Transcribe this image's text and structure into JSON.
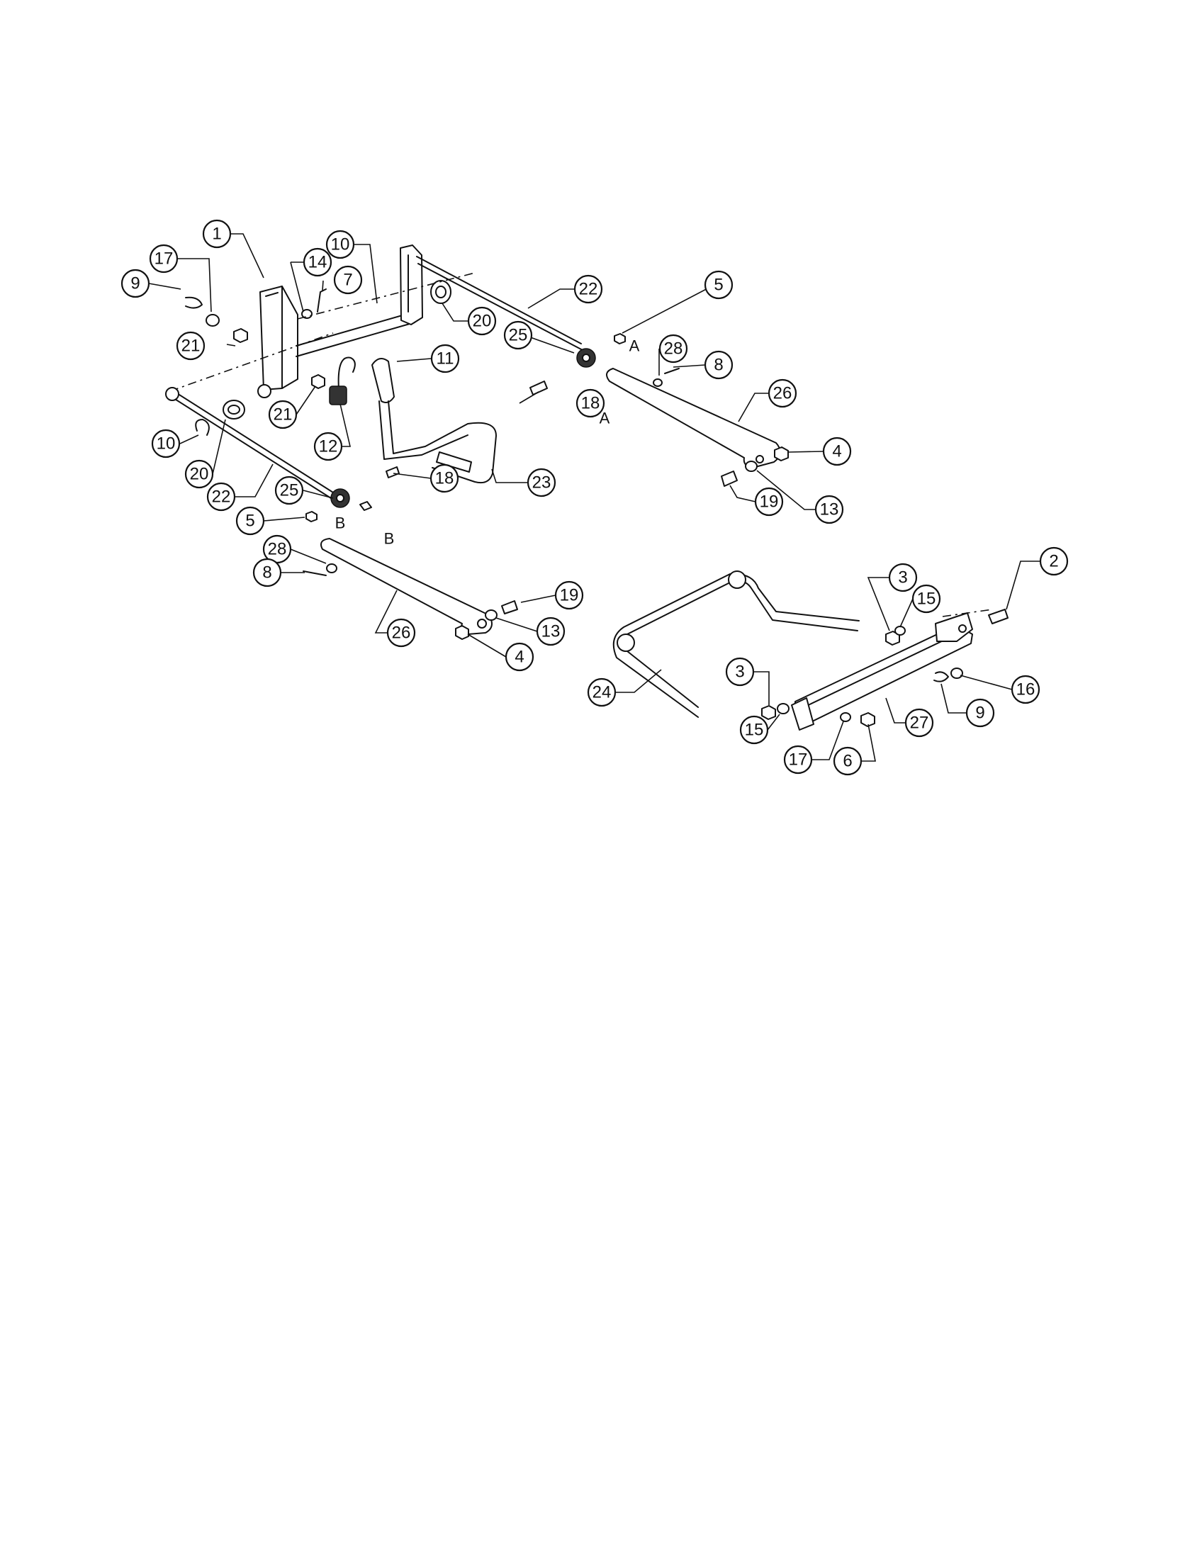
{
  "callouts": [
    {
      "id": "c1",
      "label": "1"
    },
    {
      "id": "c17a",
      "label": "17"
    },
    {
      "id": "c9a",
      "label": "9"
    },
    {
      "id": "c14",
      "label": "14"
    },
    {
      "id": "c7",
      "label": "7"
    },
    {
      "id": "c10a",
      "label": "10"
    },
    {
      "id": "c21a",
      "label": "21"
    },
    {
      "id": "c22a",
      "label": "22"
    },
    {
      "id": "c5a",
      "label": "5"
    },
    {
      "id": "c20a",
      "label": "20"
    },
    {
      "id": "c25a",
      "label": "25"
    },
    {
      "id": "c28a",
      "label": "28"
    },
    {
      "id": "c8a",
      "label": "8"
    },
    {
      "id": "c11",
      "label": "11"
    },
    {
      "id": "c21b",
      "label": "21"
    },
    {
      "id": "c18a",
      "label": "18"
    },
    {
      "id": "c26a",
      "label": "26"
    },
    {
      "id": "c10b",
      "label": "10"
    },
    {
      "id": "c12",
      "label": "12"
    },
    {
      "id": "c4a",
      "label": "4"
    },
    {
      "id": "c20b",
      "label": "20"
    },
    {
      "id": "c22b",
      "label": "22"
    },
    {
      "id": "c25b",
      "label": "25"
    },
    {
      "id": "c18b",
      "label": "18"
    },
    {
      "id": "c23",
      "label": "23"
    },
    {
      "id": "c19a",
      "label": "19"
    },
    {
      "id": "c13a",
      "label": "13"
    },
    {
      "id": "c5b",
      "label": "5"
    },
    {
      "id": "c28b",
      "label": "28"
    },
    {
      "id": "c8b",
      "label": "8"
    },
    {
      "id": "c19b",
      "label": "19"
    },
    {
      "id": "c13b",
      "label": "13"
    },
    {
      "id": "c26b",
      "label": "26"
    },
    {
      "id": "c4b",
      "label": "4"
    },
    {
      "id": "c2",
      "label": "2"
    },
    {
      "id": "c3a",
      "label": "3"
    },
    {
      "id": "c15a",
      "label": "15"
    },
    {
      "id": "c3b",
      "label": "3"
    },
    {
      "id": "c24",
      "label": "24"
    },
    {
      "id": "c16",
      "label": "16"
    },
    {
      "id": "c15b",
      "label": "15"
    },
    {
      "id": "c9b",
      "label": "9"
    },
    {
      "id": "c27",
      "label": "27"
    },
    {
      "id": "c17b",
      "label": "17"
    },
    {
      "id": "c6",
      "label": "6"
    }
  ],
  "reference_marks": [
    {
      "id": "refA1",
      "label": "A"
    },
    {
      "id": "refA2",
      "label": "A"
    },
    {
      "id": "refB1",
      "label": "B"
    },
    {
      "id": "refB2",
      "label": "B"
    }
  ]
}
